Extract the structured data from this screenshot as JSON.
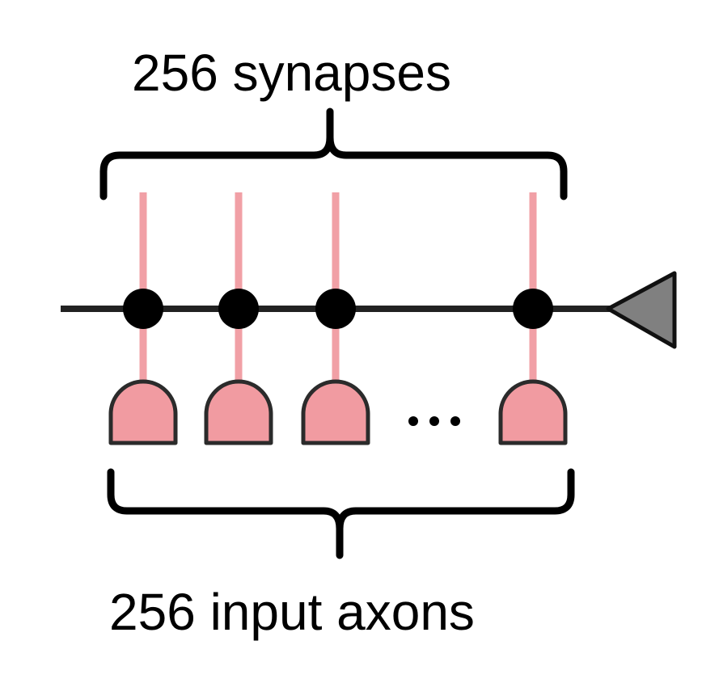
{
  "diagram": {
    "top_label": "256 synapses",
    "bottom_label": "256 input axons",
    "ellipsis": "...",
    "colors": {
      "axon_line": "#f1a0a6",
      "axon_fill": "#f19ba1",
      "dendrite": "#222222",
      "synapse": "#000000",
      "neuron_fill": "#808080",
      "brace": "#000000"
    },
    "icons": {
      "synapse": "filled-circle",
      "input_axon": "rounded-gate-shape",
      "neuron": "triangle"
    }
  }
}
